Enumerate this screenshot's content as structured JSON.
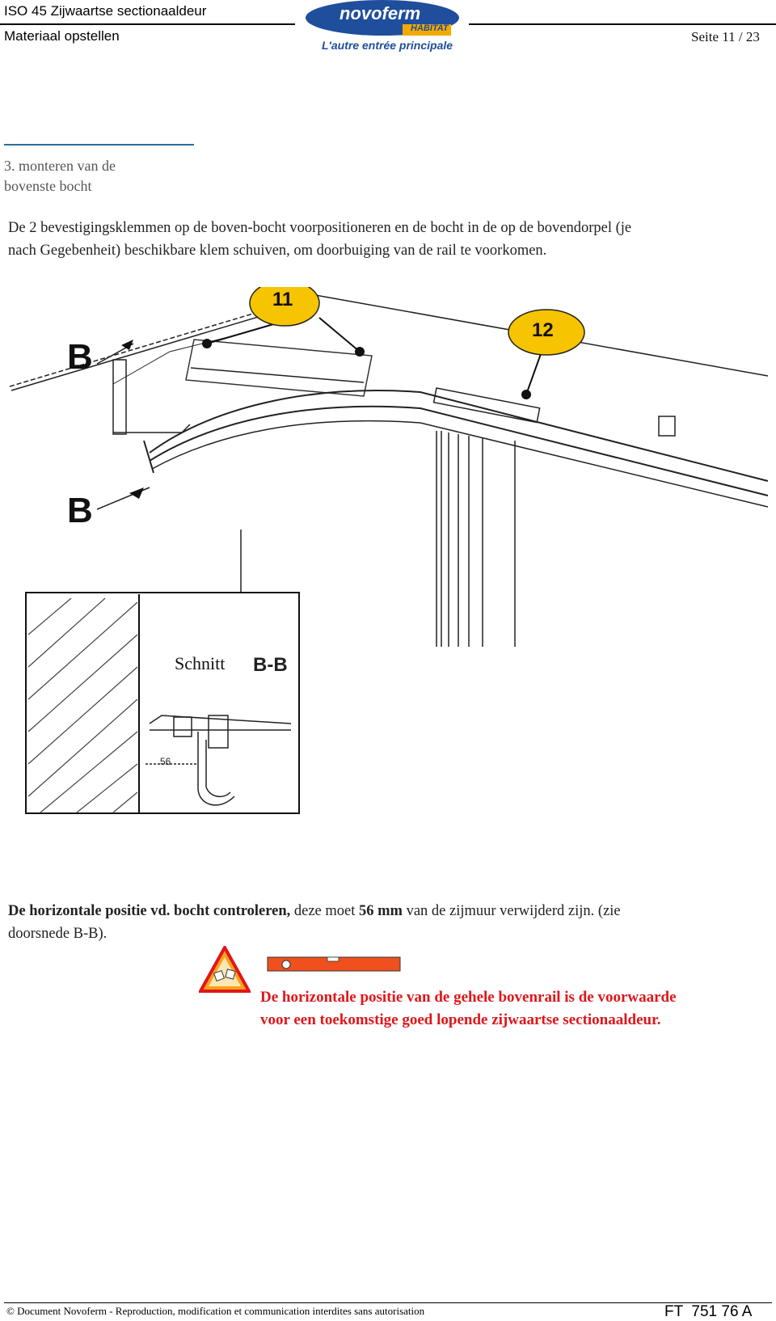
{
  "header": {
    "doc_title": "ISO 45 Zijwaartse sectionaaldeur",
    "subtitle": "Materiaal opstellen",
    "page": "Seite 11 / 23",
    "logo": {
      "brand": "novoferm",
      "sub": "HABITAT",
      "tagline": "L'autre entrée principale",
      "brand_color": "#1f4e9c",
      "accent_color": "#f2a900"
    }
  },
  "section": {
    "title_line1": "3. monteren van de",
    "title_line2": "bovenste bocht"
  },
  "intro": {
    "line1": "De 2 bevestigingsklemmen op de boven-bocht voorpositioneren en de bocht in de op de bovendorpel (je",
    "line2": "nach Gegebenheit) beschikbare klem schuiven, om doorbuiging van de rail te voorkomen."
  },
  "figure": {
    "callout_11": "11",
    "callout_12": "12",
    "label_b_top": "B",
    "label_b_bottom": "B",
    "section_word": "Schnitt",
    "section_id": "B-B",
    "dimension": "56",
    "callout_color": "#f6c400"
  },
  "check": {
    "bold1": "De horizontale positie vd. bocht controleren,",
    "normal1": " deze moet ",
    "bold2": "56 mm",
    "normal2": " van de  zijmuur verwijderd zijn. (zie",
    "line2": "doorsnede B-B)."
  },
  "warning": {
    "line1": "De horizontale positie van de gehele bovenrail is de voorwaarde",
    "line2": "voor een toekomstige goed lopende zijwaartse sectionaaldeur.",
    "icon": "warning-triangle-icon",
    "level_icon": "spirit-level-icon",
    "color": "#e0161a"
  },
  "footer": {
    "copyright": "© Document Novoferm - Reproduction, modification et communication interdites sans autorisation",
    "doc_code": "FT  751 76 A"
  }
}
